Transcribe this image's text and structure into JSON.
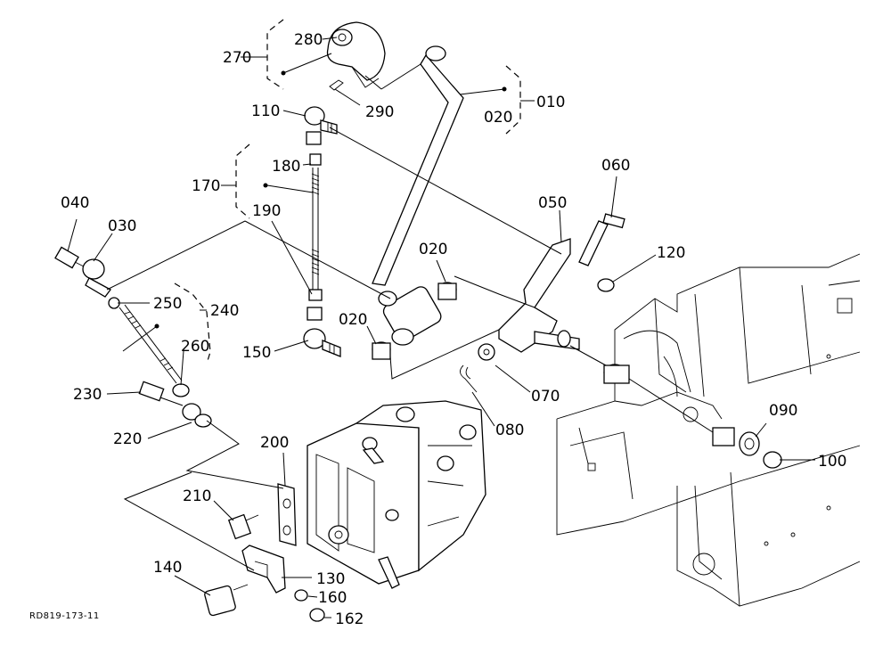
{
  "drawing_code": "RD819-173-11",
  "labels": {
    "p270": "270",
    "p280": "280",
    "p290": "290",
    "p010": "010",
    "p020a": "020",
    "p110": "110",
    "p180": "180",
    "p170": "170",
    "p190": "190",
    "p150": "150",
    "p040": "040",
    "p030": "030",
    "p250": "250",
    "p240": "240",
    "p260": "260",
    "p230": "230",
    "p220": "220",
    "p020b": "020",
    "p020c": "020",
    "p050": "050",
    "p060": "060",
    "p120": "120",
    "p070": "070",
    "p080": "080",
    "p090": "090",
    "p100": "100",
    "p200": "200",
    "p210": "210",
    "p140": "140",
    "p130": "130",
    "p160": "160",
    "p162": "162"
  }
}
